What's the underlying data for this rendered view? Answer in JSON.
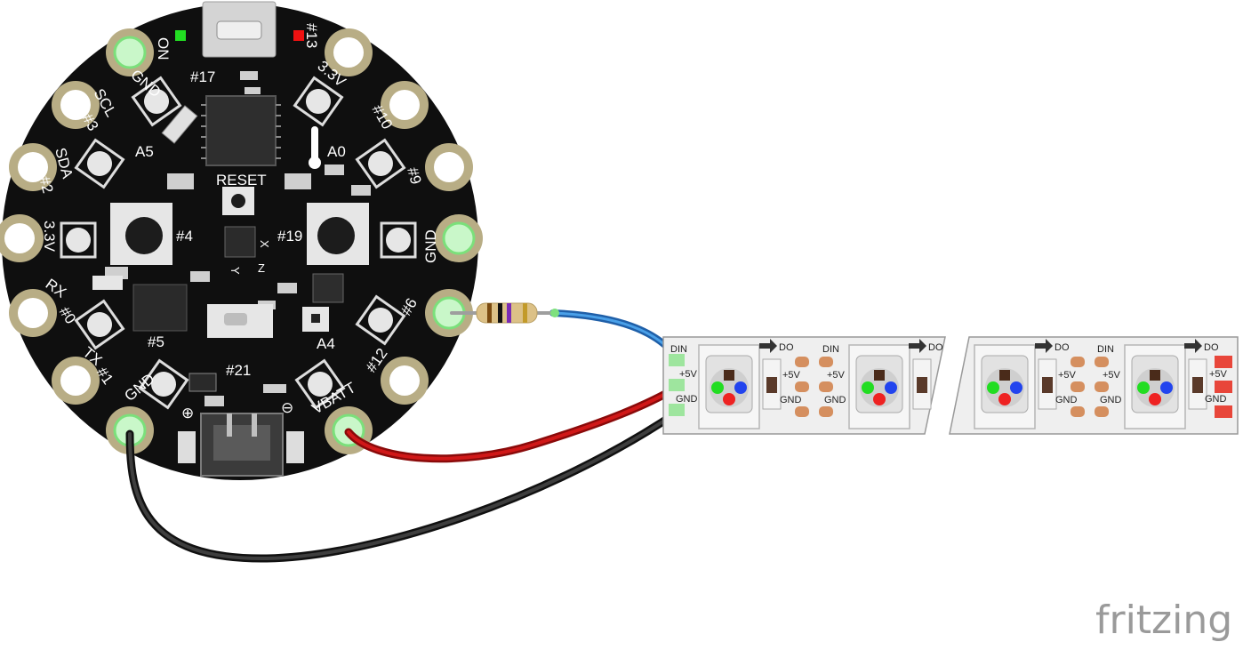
{
  "board": {
    "labels": {
      "on": "ON",
      "p13": "#13",
      "gnd_top": "GND",
      "p17": "#17",
      "v33_top": "3.3V",
      "scl": "SCL",
      "p3": "#3",
      "p10": "#10",
      "a5": "A5",
      "a0": "A0",
      "sda": "SDA",
      "p2": "#2",
      "p9": "#9",
      "reset": "RESET",
      "v33_left": "3.3V",
      "p4": "#4",
      "p19": "#19",
      "gnd_right": "GND",
      "rx": "RX",
      "p0": "#0",
      "p6": "#6",
      "p5": "#5",
      "a4": "A4",
      "tx": "TX",
      "p1": "#1",
      "p21": "#21",
      "p12": "#12",
      "gnd_bottom": "GND",
      "vbatt": "VBATT",
      "plus": "⊕",
      "minus": "⊖",
      "axis_x": "X",
      "axis_y": "Y",
      "axis_z": "Z"
    }
  },
  "strip": {
    "din": "DIN",
    "do": "DO",
    "v5": "+5V",
    "gnd": "GND"
  },
  "wires": {
    "data_color": "#2f7fd0",
    "power_color": "#b01010",
    "ground_color": "#1e1e1e"
  },
  "watermark": "fritzing"
}
